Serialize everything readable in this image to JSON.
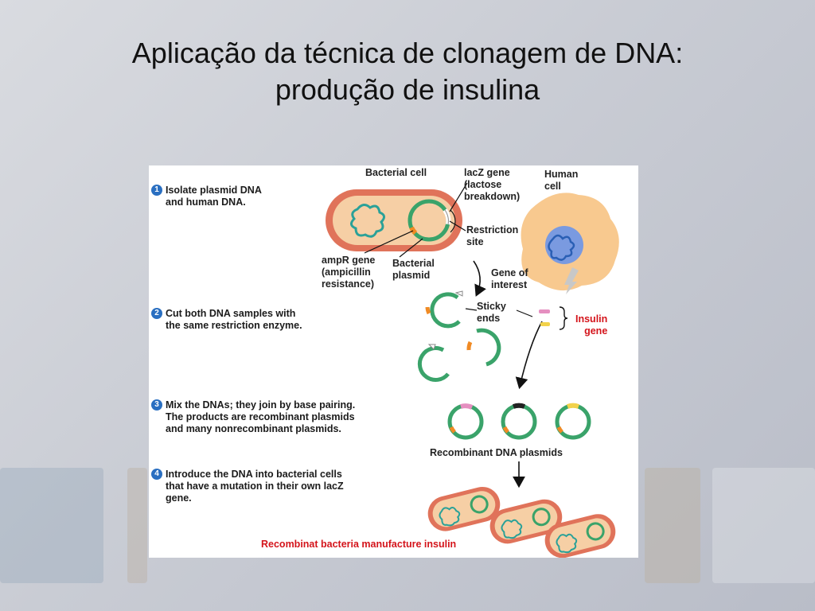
{
  "slide": {
    "title_line1": "Aplicação da técnica de clonagem de DNA:",
    "title_line2": "produção de insulina"
  },
  "figure": {
    "steps": [
      {
        "num": "1",
        "text": "Isolate plasmid DNA\nand human DNA."
      },
      {
        "num": "2",
        "text": "Cut both DNA samples with\nthe same restriction enzyme."
      },
      {
        "num": "3",
        "text": "Mix the DNAs; they join by base pairing.\nThe products are recombinant plasmids\nand many nonrecombinant plasmids."
      },
      {
        "num": "4",
        "text": "Introduce the DNA into bacterial cells\nthat have a mutation in their own lacZ\ngene."
      }
    ],
    "labels": {
      "bacterial_cell": "Bacterial cell",
      "lacz_gene": "lacZ gene\n(lactose\nbreakdown)",
      "human_cell": "Human\ncell",
      "restriction_site": "Restriction\nsite",
      "ampr_gene": "ampR gene\n(ampicillin\nresistance)",
      "bacterial_plasmid": "Bacterial\nplasmid",
      "gene_of_interest": "Gene of\ninterest",
      "sticky_ends": "Sticky\nends",
      "insulin_gene": "Insulin\ngene",
      "recombinant_plasmids": "Recombinant DNA plasmids",
      "caption": "Recombinat bacteria manufacture insulin"
    },
    "colors": {
      "badge": "#2a6fc1",
      "cell_outer": "#e0735a",
      "cell_inner": "#f6cfa5",
      "plasmid": "#3aa36a",
      "dna": "#2aa198",
      "human_cell": "#f8c98f",
      "nucleus": "#7a9ae0",
      "caption_red": "#d4141b",
      "insulin_pink": "#e58fc0",
      "insulin_yellow": "#f2d24b",
      "ampr_orange": "#f08a24"
    }
  }
}
